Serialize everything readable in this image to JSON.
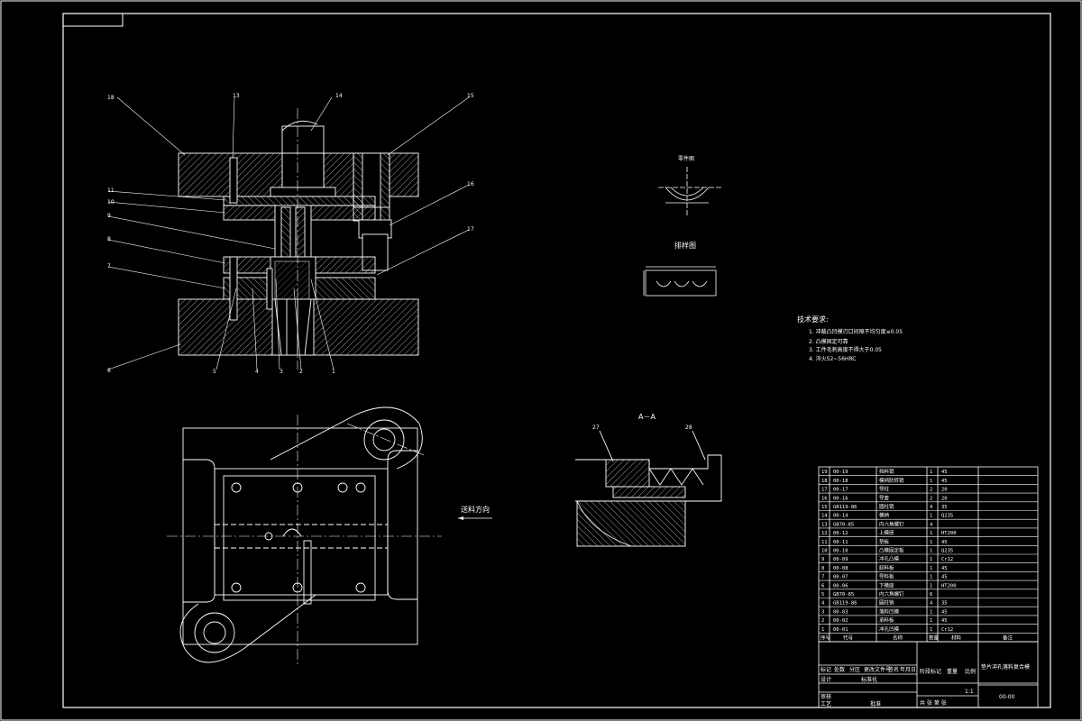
{
  "notes": {
    "title": "技术要求:",
    "items": [
      "1. 冲裁凸凹模刃口间隙不均匀度≤0.05",
      "2. 凸模固定可靠",
      "3. 工件毛刺高度不得大于0.05",
      "4. 淬火52~56HRC"
    ]
  },
  "views": {
    "part_label": "零件图",
    "strip_label": "排样图",
    "section_label": "A－A",
    "feed_label": "送料方向"
  },
  "section_balloons": [
    "27",
    "28"
  ],
  "balloons_left": [
    "18",
    "11",
    "10",
    "9",
    "8",
    "7",
    "6"
  ],
  "balloons_top": [
    "13",
    "14",
    "15",
    "16",
    "17"
  ],
  "balloons_bottom": [
    "5",
    "4",
    "3",
    "2",
    "1"
  ],
  "bom": {
    "rows": [
      {
        "no": "19",
        "code": "00-19",
        "name": "挡料销",
        "qty": "1",
        "mat": "45"
      },
      {
        "no": "18",
        "code": "00-18",
        "name": "模柄防转销",
        "qty": "1",
        "mat": "45"
      },
      {
        "no": "17",
        "code": "00-17",
        "name": "导柱",
        "qty": "2",
        "mat": "20"
      },
      {
        "no": "16",
        "code": "00-16",
        "name": "导套",
        "qty": "2",
        "mat": "20"
      },
      {
        "no": "15",
        "code": "GB119-86",
        "name": "圆柱销",
        "qty": "4",
        "mat": "35"
      },
      {
        "no": "14",
        "code": "00-14",
        "name": "模柄",
        "qty": "1",
        "mat": "Q235"
      },
      {
        "no": "13",
        "code": "GB70-85",
        "name": "内六角螺钉",
        "qty": "4",
        "mat": ""
      },
      {
        "no": "12",
        "code": "00-12",
        "name": "上模座",
        "qty": "1",
        "mat": "HT200"
      },
      {
        "no": "11",
        "code": "00-11",
        "name": "垫板",
        "qty": "1",
        "mat": "45"
      },
      {
        "no": "10",
        "code": "00-10",
        "name": "凸模固定板",
        "qty": "1",
        "mat": "Q235"
      },
      {
        "no": "9",
        "code": "00-09",
        "name": "冲孔凸模",
        "qty": "1",
        "mat": "Cr12"
      },
      {
        "no": "8",
        "code": "00-08",
        "name": "卸料板",
        "qty": "1",
        "mat": "45"
      },
      {
        "no": "7",
        "code": "00-07",
        "name": "导料板",
        "qty": "1",
        "mat": "45"
      },
      {
        "no": "6",
        "code": "00-06",
        "name": "下模座",
        "qty": "1",
        "mat": "HT200"
      },
      {
        "no": "5",
        "code": "GB70-85",
        "name": "内六角螺钉",
        "qty": "6",
        "mat": ""
      },
      {
        "no": "4",
        "code": "GB119-86",
        "name": "圆柱销",
        "qty": "4",
        "mat": "35"
      },
      {
        "no": "3",
        "code": "00-03",
        "name": "落料凹模",
        "qty": "1",
        "mat": "45"
      },
      {
        "no": "2",
        "code": "00-02",
        "name": "承料板",
        "qty": "1",
        "mat": "45"
      },
      {
        "no": "1",
        "code": "00-01",
        "name": "冲孔凹模",
        "qty": "1",
        "mat": "Cr12"
      }
    ],
    "header": {
      "no": "序号",
      "code": "代号",
      "name": "名称",
      "qty": "数量",
      "mat": "材料",
      "note": "备注"
    }
  },
  "title_block": {
    "drawing_title": "垫片冲孔落料复合模",
    "drawing_no": "00-00",
    "scale": "1:1",
    "stage_label": "阶段标记",
    "weight_label": "重量",
    "scale_label": "比例",
    "sheet_label": "共 张 第 张",
    "rows": [
      "标记",
      "处数",
      "分区",
      "更改文件号",
      "签名",
      "年月日"
    ],
    "roles": [
      "设计",
      "审核",
      "工艺",
      "批准"
    ],
    "standard_label": "标准化"
  }
}
